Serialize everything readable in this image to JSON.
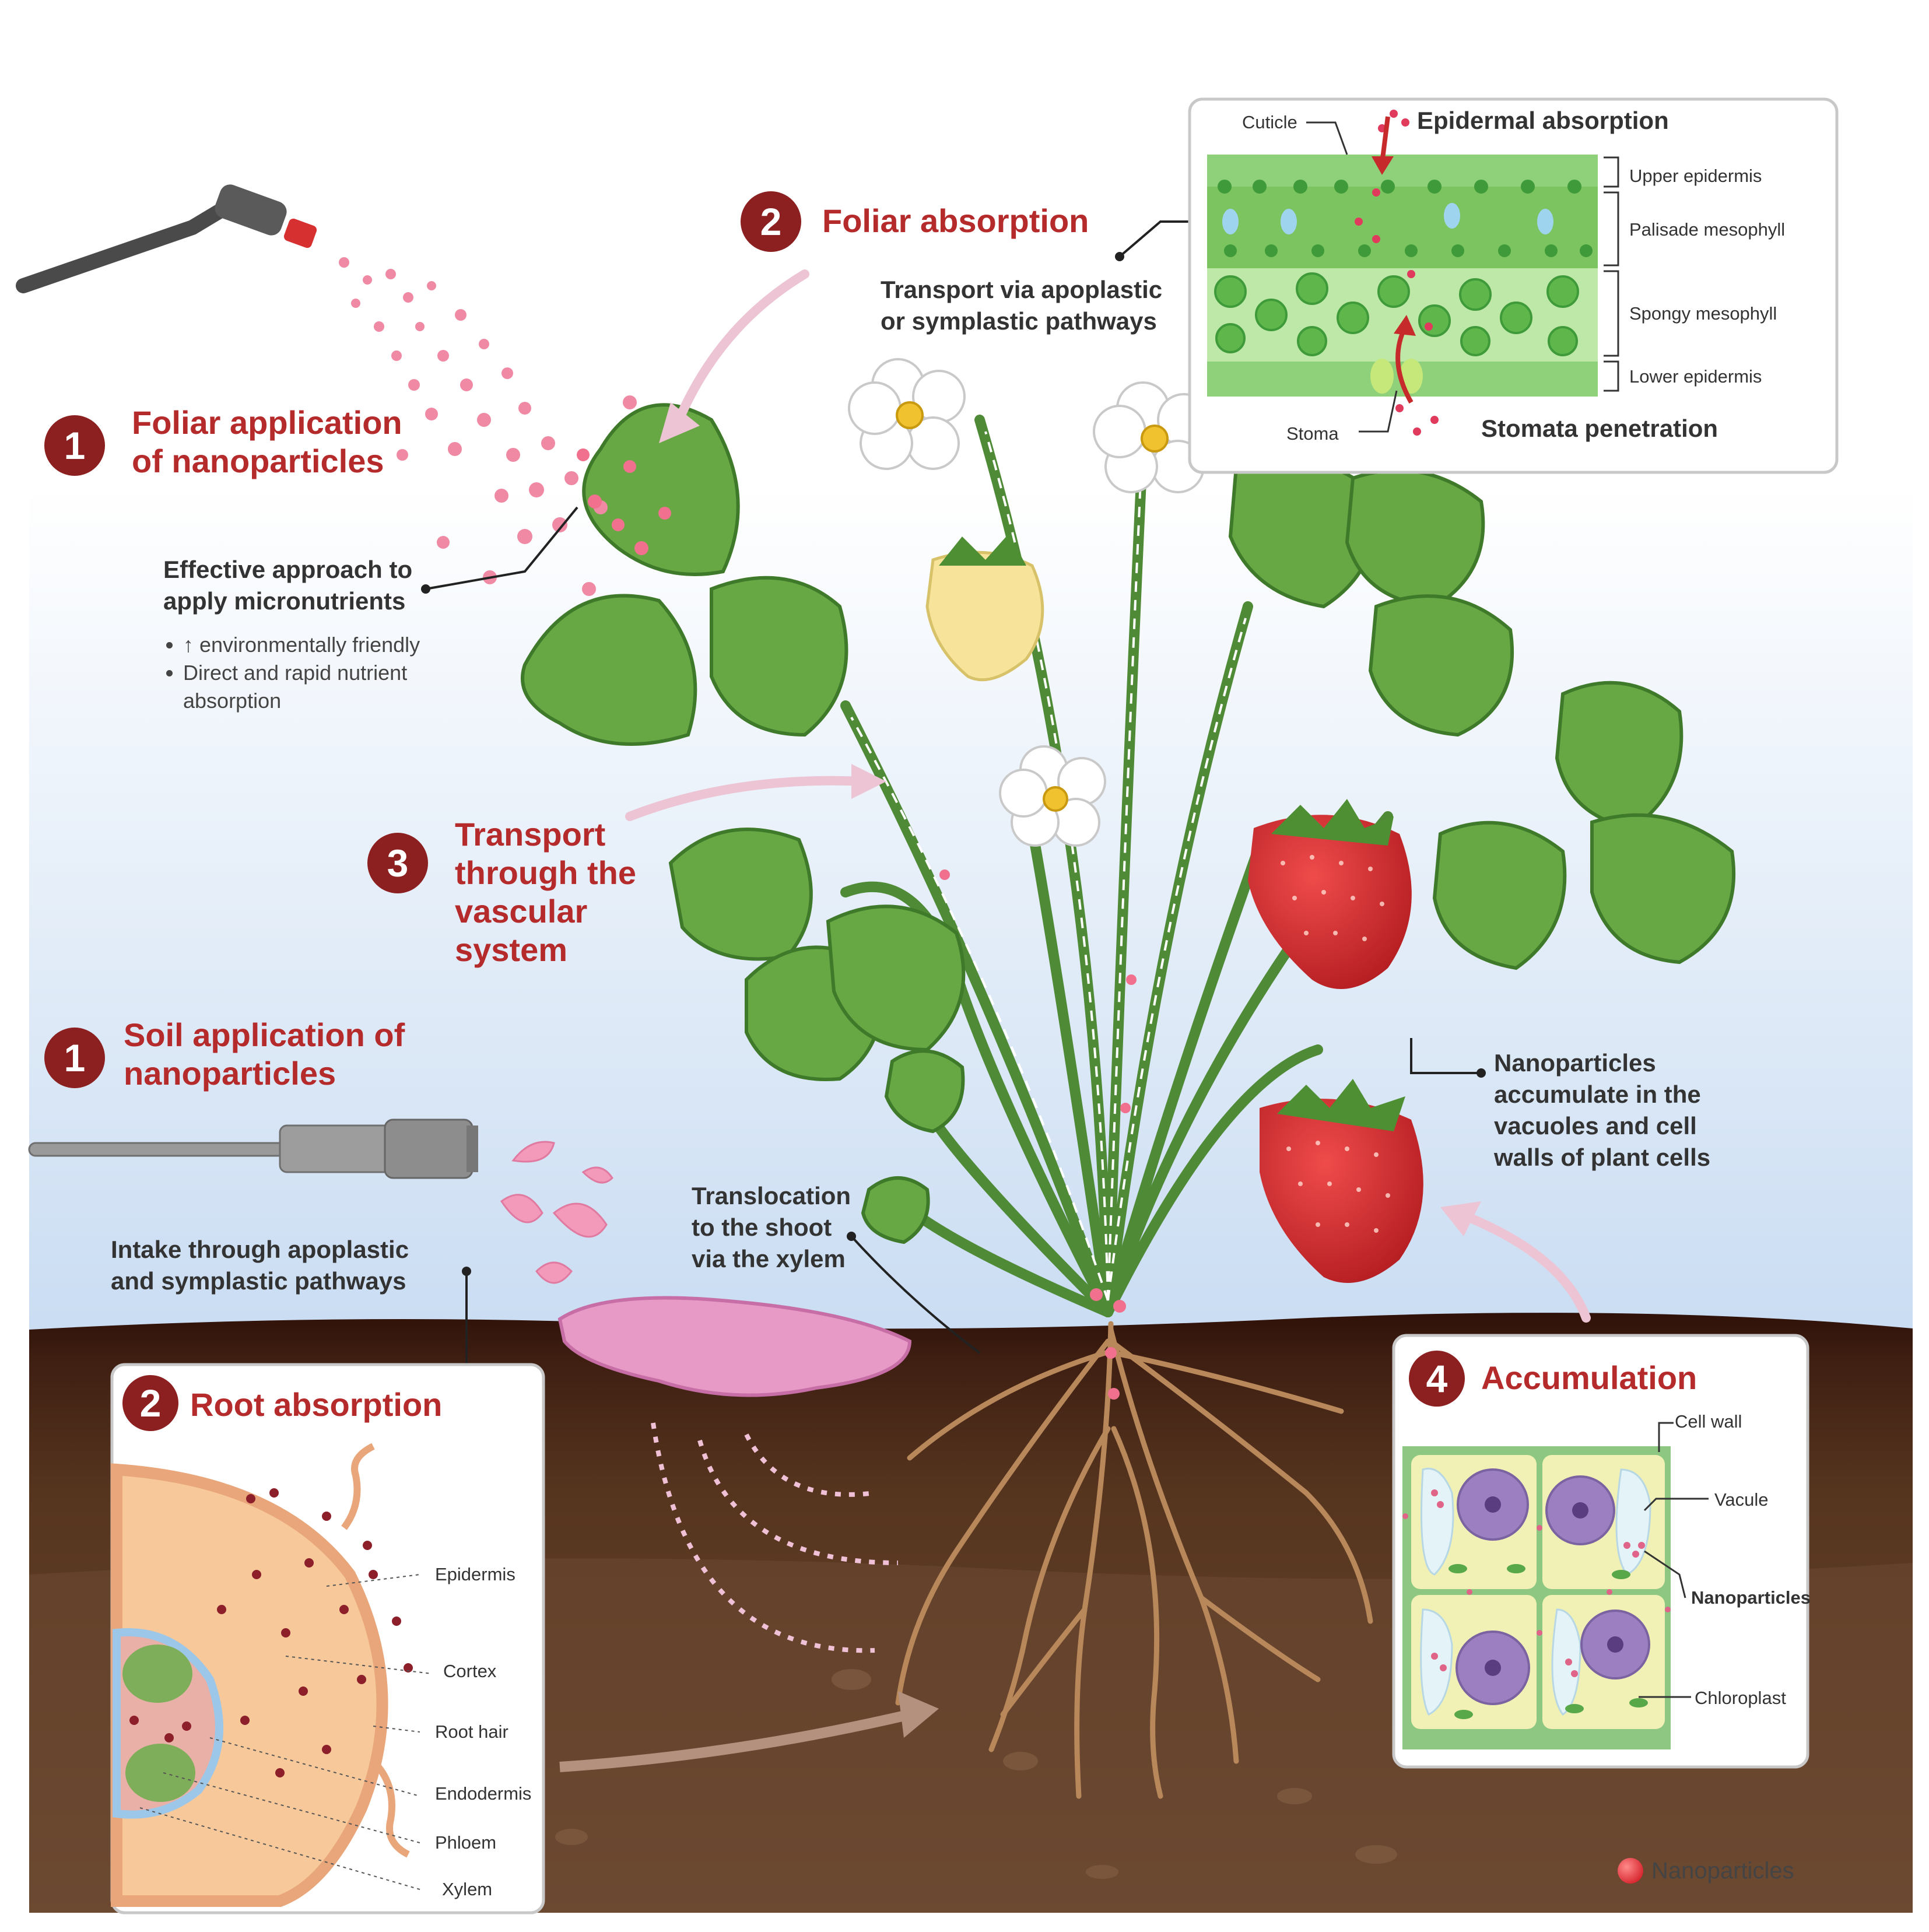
{
  "steps": {
    "foliar_application": {
      "number": "1",
      "title_line1": "Foliar application",
      "title_line2": "of nanoparticles"
    },
    "foliar_absorption": {
      "number": "2",
      "title": "Foliar absorption"
    },
    "transport": {
      "number": "3",
      "title_line1": "Transport",
      "title_line2": "through the",
      "title_line3": "vascular",
      "title_line4": "system"
    },
    "soil_application": {
      "number": "1",
      "title_line1": "Soil application of",
      "title_line2": "nanoparticles"
    },
    "root_absorption": {
      "number": "2",
      "title": "Root absorption"
    },
    "accumulation": {
      "number": "4",
      "title": "Accumulation"
    }
  },
  "notes": {
    "micronutrients_line1": "Effective approach to",
    "micronutrients_line2": "apply micronutrients",
    "bullets": [
      "↑ environmentally friendly",
      "Direct and rapid nutrient absorption"
    ],
    "transport_pathways_line1": "Transport via apoplastic",
    "transport_pathways_line2": "or symplastic pathways",
    "translocation_line1": "Translocation",
    "translocation_line2": "to the shoot",
    "translocation_line3": "via the xylem",
    "intake_line1": "Intake through apoplastic",
    "intake_line2": "and symplastic pathways",
    "accumulate_line1": "Nanoparticles",
    "accumulate_line2": "accumulate in the",
    "accumulate_line3": "vacuoles and cell",
    "accumulate_line4": "walls of plant cells"
  },
  "leaf_panel": {
    "cuticle": "Cuticle",
    "epidermal_absorption": "Epidermal absorption",
    "upper_epidermis": "Upper epidermis",
    "palisade": "Palisade mesophyll",
    "spongy": "Spongy mesophyll",
    "lower_epidermis": "Lower epidermis",
    "stoma": "Stoma",
    "stomata_penetration": "Stomata penetration"
  },
  "root_panel": {
    "labels": [
      "Epidermis",
      "Cortex",
      "Root hair",
      "Endodermis",
      "Phloem",
      "Xylem"
    ]
  },
  "cell_panel": {
    "cell_wall": "Cell wall",
    "vacuole": "Vacule",
    "nanoparticles": "Nanoparticles",
    "chloroplast": "Chloroplast"
  },
  "legend": {
    "nanoparticles": "Nanoparticles"
  },
  "colors": {
    "accent_red": "#b52a2a",
    "badge_red": "#8c1f1f",
    "nanoparticle_pink": "#e8708a",
    "soil_dark": "#3d1a10",
    "soil": "#5e3a24",
    "leaf_green": "#5f9e3a",
    "sky_top": "#ffffff",
    "sky_bottom": "#cfe2f5"
  }
}
